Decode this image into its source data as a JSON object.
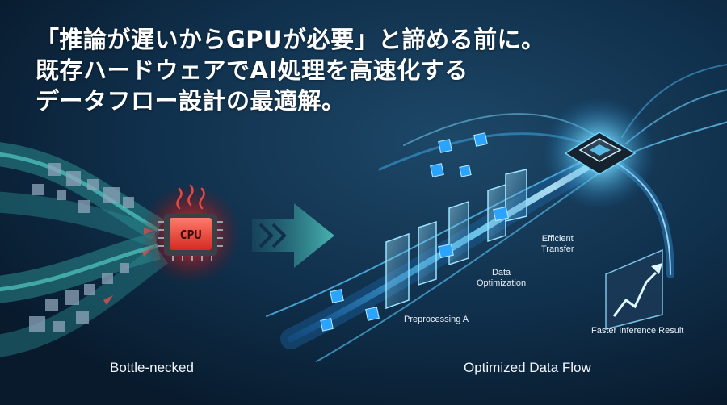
{
  "headline": {
    "line1": "「推論が遅いからGPUが必要」と諦める前に。",
    "line2": "既存ハードウェアでAI処理を高速化する",
    "line3": "データフロー設計の最適解。"
  },
  "left_panel": {
    "chip_label": "CPU",
    "caption": "Bottle-necked"
  },
  "right_panel": {
    "caption": "Optimized Data Flow",
    "stages": {
      "preprocessing": "Preprocessing A",
      "data_optimization_line1": "Data",
      "data_optimization_line2": "Optimization",
      "efficient_transfer_line1": "Efficient",
      "efficient_transfer_line2": "Transfer",
      "result": "Faster Inference Result"
    }
  },
  "colors": {
    "background": "#0b1e33",
    "bottleneck_flow": "#3fb5b0",
    "cpu_glow": "#ff2a2a",
    "optimized_flow": "#4cc3ff",
    "arrow": "#3aa7a6"
  },
  "icons": [
    "cpu-chip-icon",
    "processor-chip-icon",
    "growth-chart-icon",
    "heat-waves-icon",
    "right-arrow-icon"
  ]
}
